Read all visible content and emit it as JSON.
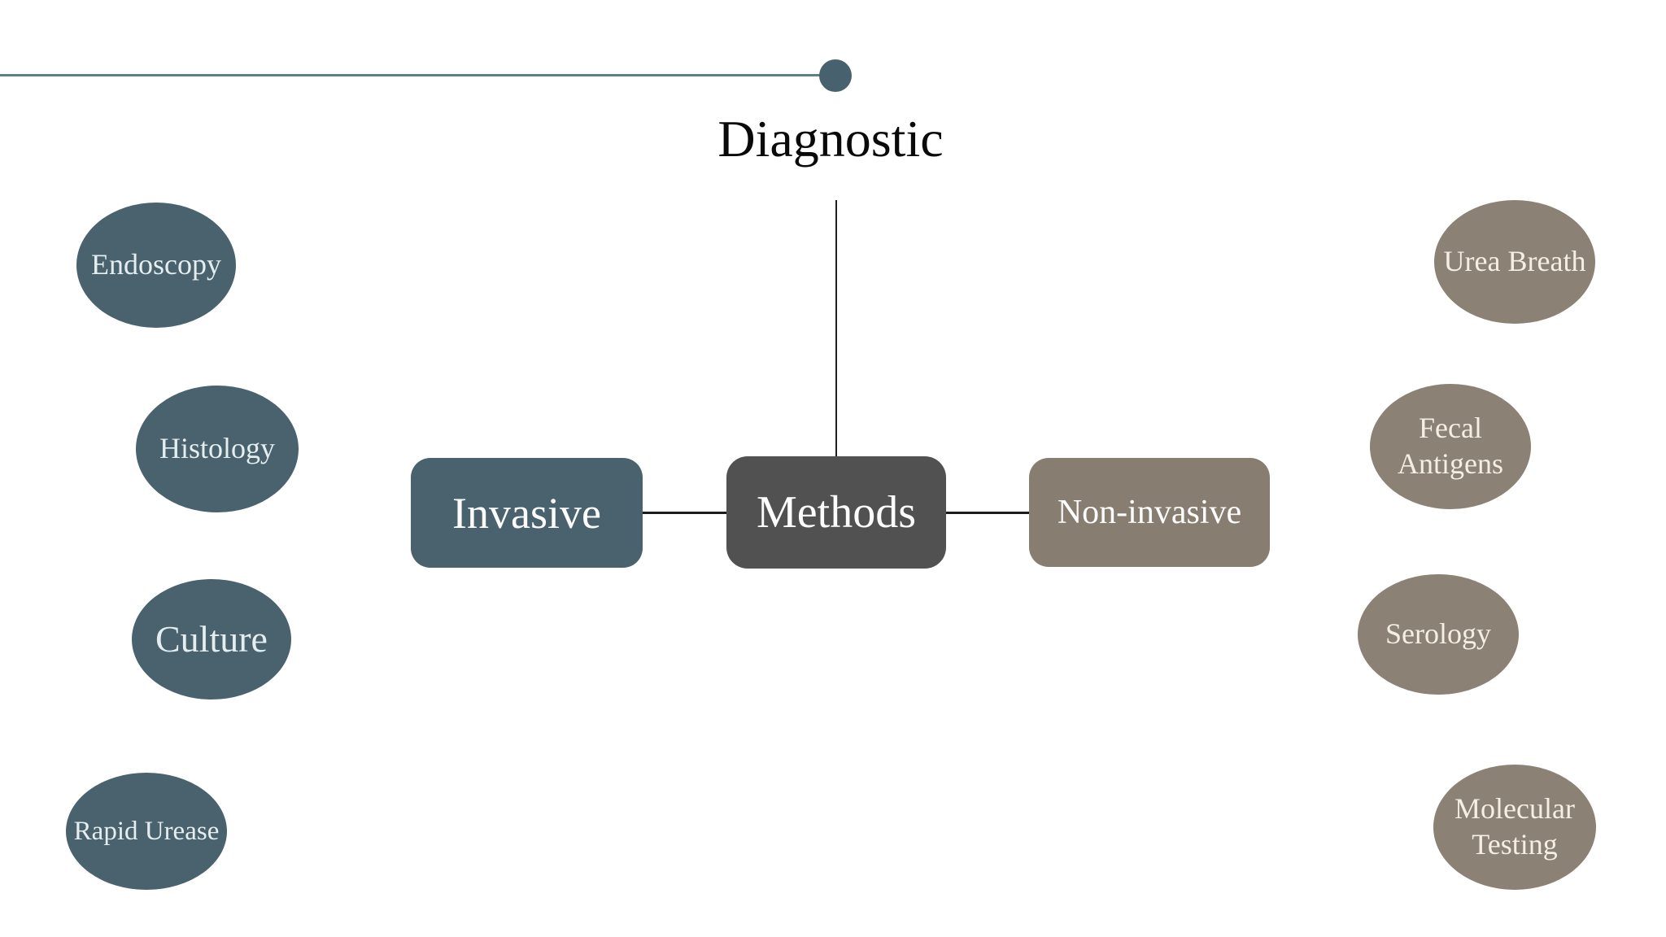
{
  "title": "Diagnostic",
  "center": {
    "invasive_label": "Invasive",
    "methods_label": "Methods",
    "noninvasive_label": "Non-invasive"
  },
  "invasive_items": [
    {
      "label": "Endoscopy"
    },
    {
      "label": "Histology"
    },
    {
      "label": "Culture"
    },
    {
      "label": "Rapid Urease"
    }
  ],
  "noninvasive_items": [
    {
      "label": "Urea Breath"
    },
    {
      "label": "Fecal\nAntigens"
    },
    {
      "label": "Serology"
    },
    {
      "label": "Molecular\nTesting"
    }
  ],
  "colors": {
    "background": "#ffffff",
    "teal_node": "#4a626d",
    "dark_gray_node": "#515151",
    "taupe_box_node": "#877d70",
    "taupe_ellipse_node": "#8b8174",
    "top_rule": "#5f7e8a",
    "top_dot": "#47626e",
    "connector_line": "#1c1c1c",
    "title_text": "#0a0a0a",
    "teal_text": "#e4eef1",
    "taupe_text": "#f4eee3",
    "box_text": "#fdfdfd"
  }
}
